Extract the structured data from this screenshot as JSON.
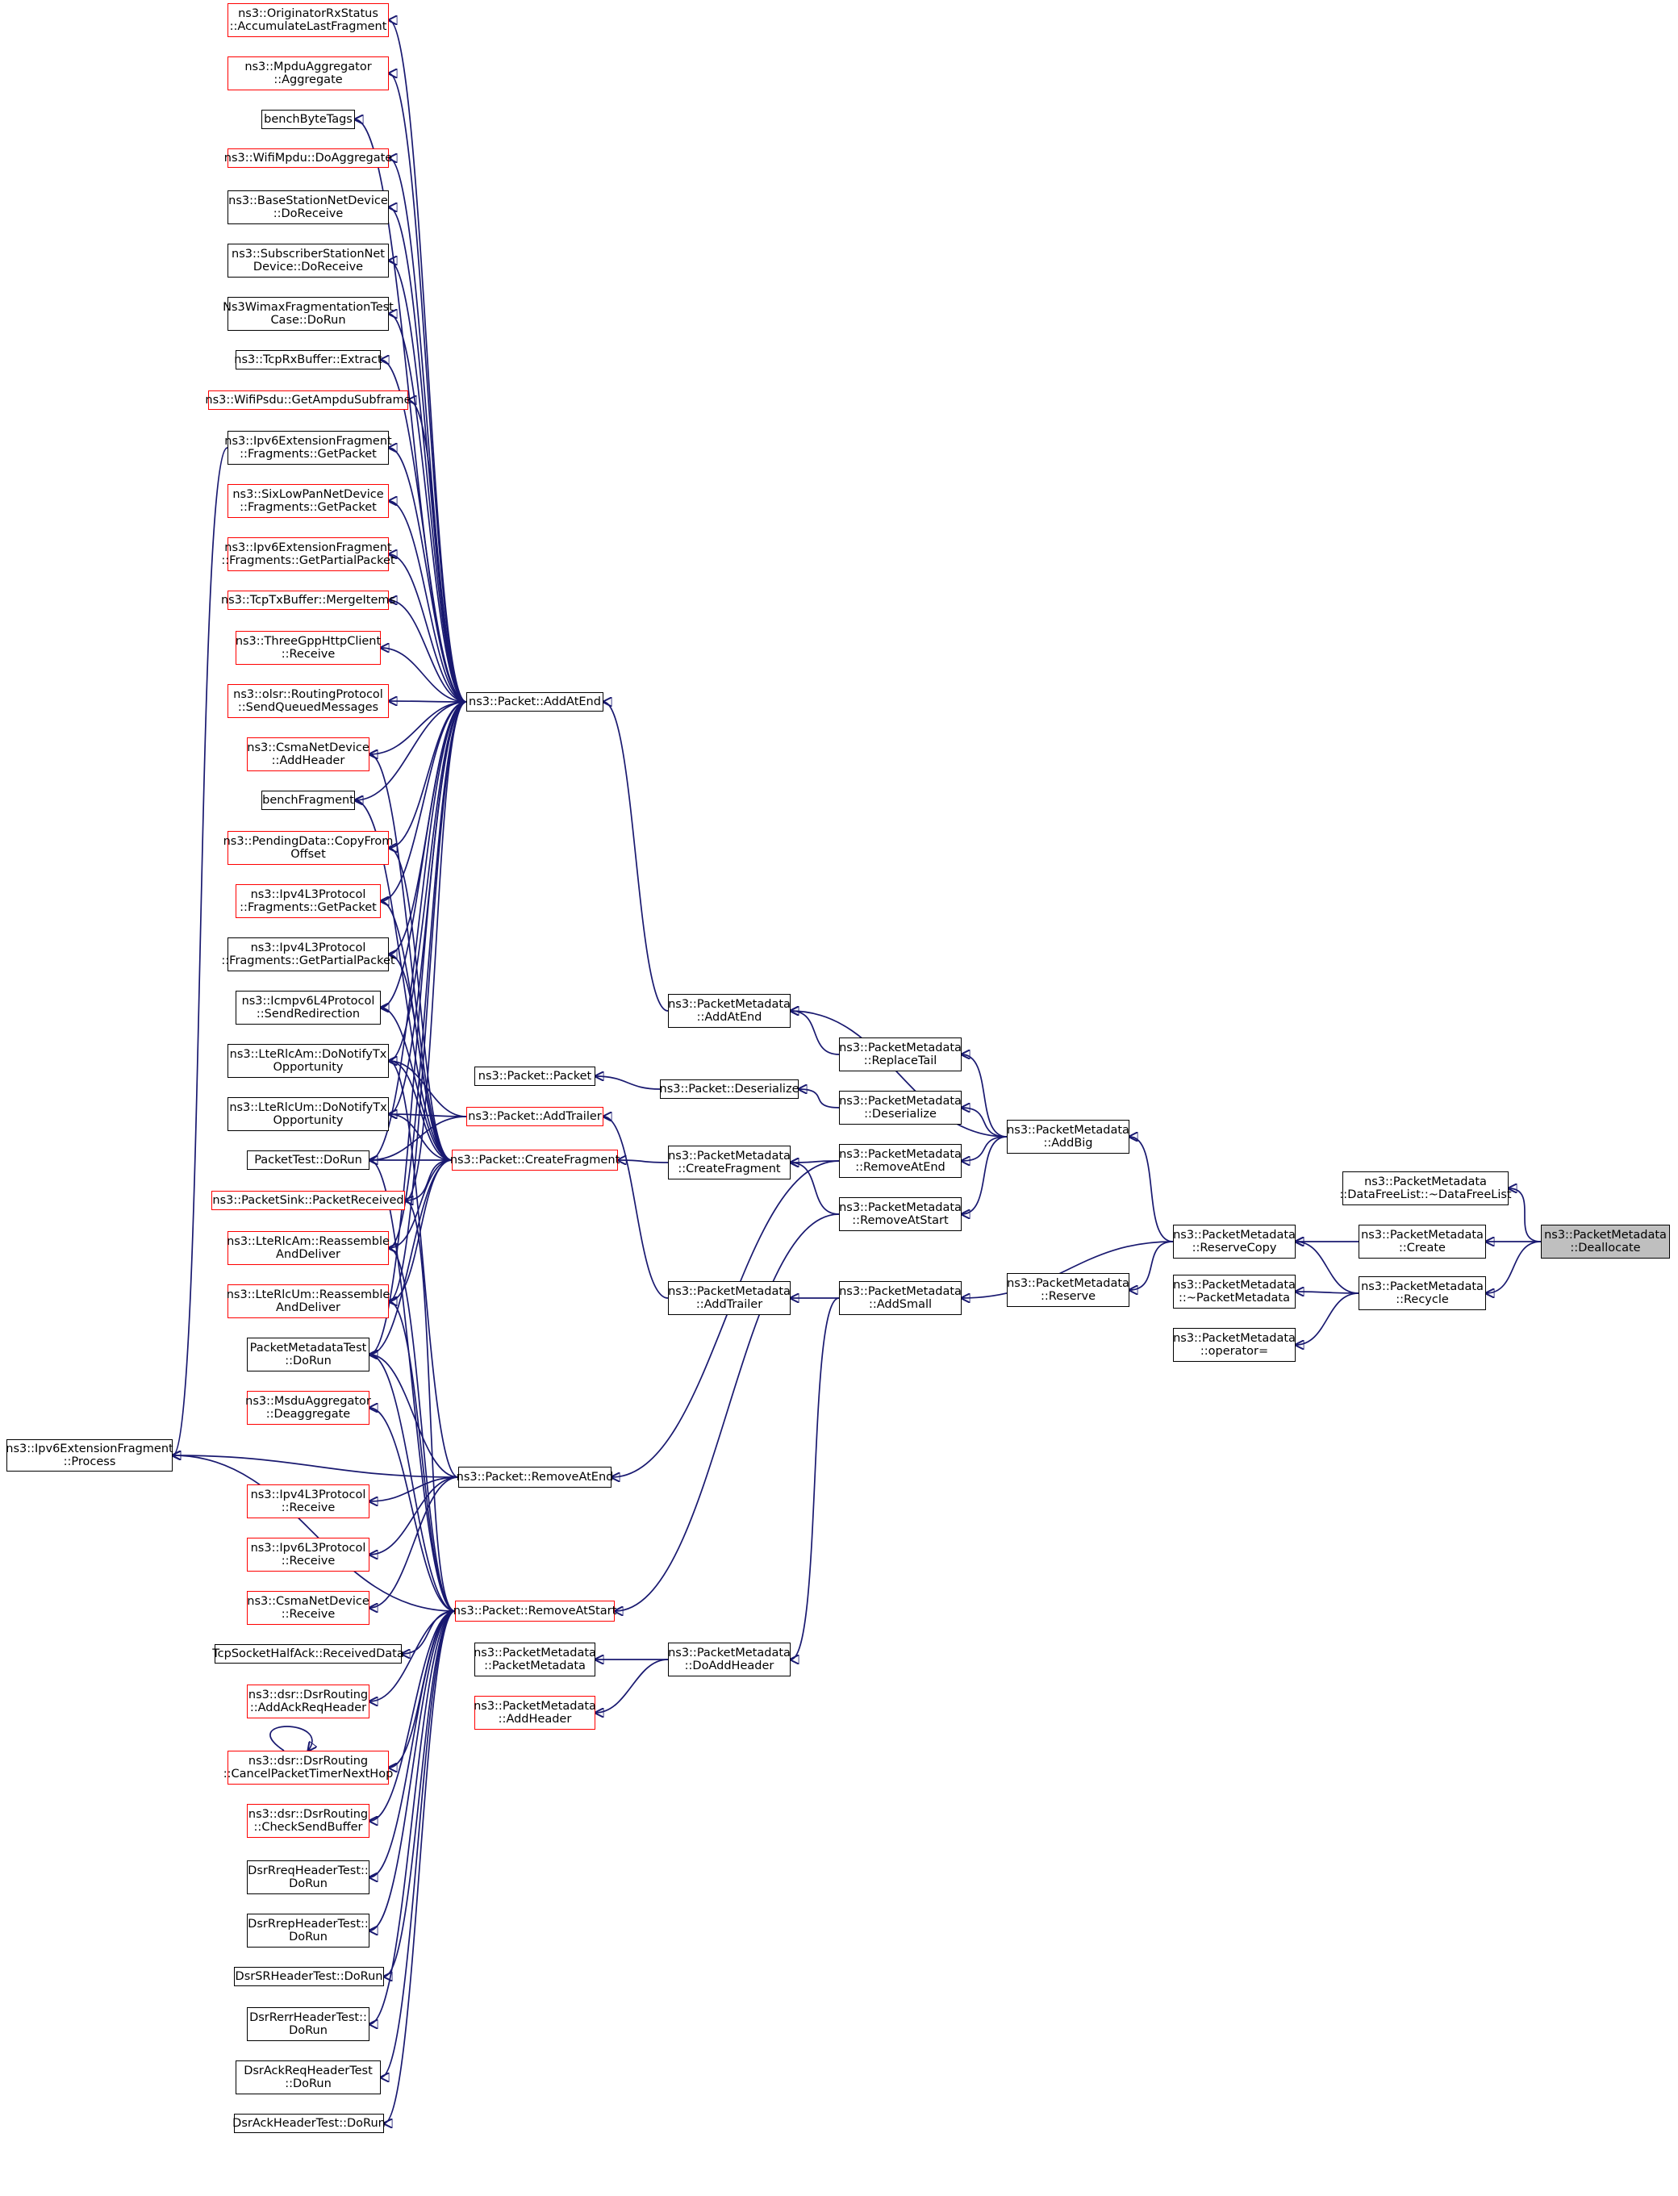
{
  "colors": {
    "edge": "#191970",
    "border": "#000000",
    "link_border": "#ff0000",
    "current_fill": "#bfbfbf"
  },
  "nodes": [
    {
      "id": "orig",
      "name": "node-originator-rx-status",
      "border": "red",
      "lines": [
        "ns3::OriginatorRxStatus",
        "::AccumulateLastFragment"
      ]
    },
    {
      "id": "mpdua",
      "name": "node-mpdu-aggregator-aggregate",
      "border": "red",
      "lines": [
        "ns3::MpduAggregator",
        "::Aggregate"
      ]
    },
    {
      "id": "bbt",
      "name": "node-bench-byte-tags",
      "border": "black",
      "lines": [
        "benchByteTags"
      ]
    },
    {
      "id": "wmpdu",
      "name": "node-wifi-mpdu-do-aggregate",
      "border": "red",
      "lines": [
        "ns3::WifiMpdu::DoAggregate"
      ]
    },
    {
      "id": "bsnd",
      "name": "node-base-station-net-device-do-receive",
      "border": "black",
      "lines": [
        "ns3::BaseStationNetDevice",
        "::DoReceive"
      ]
    },
    {
      "id": "ssnd",
      "name": "node-subscriber-station-net-device-do-receive",
      "border": "black",
      "lines": [
        "ns3::SubscriberStationNet",
        "Device::DoReceive"
      ]
    },
    {
      "id": "wimax",
      "name": "node-ns3-wimax-fragmentation-test",
      "border": "black",
      "lines": [
        "Ns3WimaxFragmentationTest",
        "Case::DoRun"
      ]
    },
    {
      "id": "tcprx",
      "name": "node-tcp-rx-buffer-extract",
      "border": "black",
      "lines": [
        "ns3::TcpRxBuffer::Extract"
      ]
    },
    {
      "id": "wpsdu",
      "name": "node-wifi-psdu-get-ampdu-subframe",
      "border": "red",
      "lines": [
        "ns3::WifiPsdu::GetAmpduSubframe"
      ]
    },
    {
      "id": "i6fgp",
      "name": "node-ipv6-extension-fragment-get-packet",
      "border": "black",
      "lines": [
        "ns3::Ipv6ExtensionFragment",
        "::Fragments::GetPacket"
      ]
    },
    {
      "id": "slgp",
      "name": "node-sixlowpan-fragments-get-packet",
      "border": "red",
      "lines": [
        "ns3::SixLowPanNetDevice",
        "::Fragments::GetPacket"
      ]
    },
    {
      "id": "i6fgpp",
      "name": "node-ipv6-extension-fragment-get-partial-packet",
      "border": "red",
      "lines": [
        "ns3::Ipv6ExtensionFragment",
        "::Fragments::GetPartialPacket"
      ]
    },
    {
      "id": "tcptx",
      "name": "node-tcp-tx-buffer-merge-items",
      "border": "red",
      "lines": [
        "ns3::TcpTxBuffer::MergeItems"
      ]
    },
    {
      "id": "tghttp",
      "name": "node-three-gpp-http-client-receive",
      "border": "red",
      "lines": [
        "ns3::ThreeGppHttpClient",
        "::Receive"
      ]
    },
    {
      "id": "olsr",
      "name": "node-olsr-send-queued-messages",
      "border": "red",
      "lines": [
        "ns3::olsr::RoutingProtocol",
        "::SendQueuedMessages"
      ]
    },
    {
      "id": "csmaah",
      "name": "node-csma-net-device-add-header",
      "border": "red",
      "lines": [
        "ns3::CsmaNetDevice",
        "::AddHeader"
      ]
    },
    {
      "id": "bfrag",
      "name": "node-bench-fragment",
      "border": "black",
      "lines": [
        "benchFragment"
      ]
    },
    {
      "id": "pdcf",
      "name": "node-pending-data-copy-from-offset",
      "border": "red",
      "lines": [
        "ns3::PendingData::CopyFrom",
        "Offset"
      ]
    },
    {
      "id": "i4gp",
      "name": "node-ipv4-l3-fragments-get-packet",
      "border": "red",
      "lines": [
        "ns3::Ipv4L3Protocol",
        "::Fragments::GetPacket"
      ]
    },
    {
      "id": "i4gpp",
      "name": "node-ipv4-l3-fragments-get-partial-packet",
      "border": "black",
      "lines": [
        "ns3::Ipv4L3Protocol",
        "::Fragments::GetPartialPacket"
      ]
    },
    {
      "id": "icmp",
      "name": "node-icmpv6-l4-send-redirection",
      "border": "black",
      "lines": [
        "ns3::Icmpv6L4Protocol",
        "::SendRedirection"
      ]
    },
    {
      "id": "lteam",
      "name": "node-lte-rlc-am-do-notify-tx-opportunity",
      "border": "black",
      "lines": [
        "ns3::LteRlcAm::DoNotifyTx",
        "Opportunity"
      ]
    },
    {
      "id": "lteum",
      "name": "node-lte-rlc-um-do-notify-tx-opportunity",
      "border": "black",
      "lines": [
        "ns3::LteRlcUm::DoNotifyTx",
        "Opportunity"
      ]
    },
    {
      "id": "ptest",
      "name": "node-packet-test-do-run",
      "border": "black",
      "lines": [
        "PacketTest::DoRun"
      ]
    },
    {
      "id": "psink",
      "name": "node-packet-sink-packet-received",
      "border": "red",
      "lines": [
        "ns3::PacketSink::PacketReceived"
      ]
    },
    {
      "id": "amrad",
      "name": "node-lte-rlc-am-reassemble-and-deliver",
      "border": "red",
      "lines": [
        "ns3::LteRlcAm::Reassemble",
        "AndDeliver"
      ]
    },
    {
      "id": "umrad",
      "name": "node-lte-rlc-um-reassemble-and-deliver",
      "border": "red",
      "lines": [
        "ns3::LteRlcUm::Reassemble",
        "AndDeliver"
      ]
    },
    {
      "id": "pmtest",
      "name": "node-packet-metadata-test-do-run",
      "border": "black",
      "lines": [
        "PacketMetadataTest",
        "::DoRun"
      ]
    },
    {
      "id": "msdu",
      "name": "node-msdu-aggregator-deaggregate",
      "border": "red",
      "lines": [
        "ns3::MsduAggregator",
        "::Deaggregate"
      ]
    },
    {
      "id": "i6proc",
      "name": "node-ipv6-extension-fragment-process",
      "border": "black",
      "lines": [
        "ns3::Ipv6ExtensionFragment",
        "::Process"
      ]
    },
    {
      "id": "i4rcv",
      "name": "node-ipv4-l3-protocol-receive",
      "border": "red",
      "lines": [
        "ns3::Ipv4L3Protocol",
        "::Receive"
      ]
    },
    {
      "id": "i6rcv",
      "name": "node-ipv6-l3-protocol-receive",
      "border": "red",
      "lines": [
        "ns3::Ipv6L3Protocol",
        "::Receive"
      ]
    },
    {
      "id": "csmarc",
      "name": "node-csma-net-device-receive",
      "border": "red",
      "lines": [
        "ns3::CsmaNetDevice",
        "::Receive"
      ]
    },
    {
      "id": "tcphalf",
      "name": "node-tcp-socket-half-ack-received-data",
      "border": "black",
      "lines": [
        "TcpSocketHalfAck::ReceivedData"
      ]
    },
    {
      "id": "dsrack",
      "name": "node-dsr-add-ack-req-header",
      "border": "red",
      "lines": [
        "ns3::dsr::DsrRouting",
        "::AddAckReqHeader"
      ]
    },
    {
      "id": "dsrcpt",
      "name": "node-dsr-cancel-packet-timer-next-hop",
      "border": "red",
      "lines": [
        "ns3::dsr::DsrRouting",
        "::CancelPacketTimerNextHop"
      ]
    },
    {
      "id": "dsrcsb",
      "name": "node-dsr-check-send-buffer",
      "border": "red",
      "lines": [
        "ns3::dsr::DsrRouting",
        "::CheckSendBuffer"
      ]
    },
    {
      "id": "rreq",
      "name": "node-dsr-rreq-header-test",
      "border": "black",
      "lines": [
        "DsrRreqHeaderTest::",
        "DoRun"
      ]
    },
    {
      "id": "rrep",
      "name": "node-dsr-rrep-header-test",
      "border": "black",
      "lines": [
        "DsrRrepHeaderTest::",
        "DoRun"
      ]
    },
    {
      "id": "srh",
      "name": "node-dsr-sr-header-test",
      "border": "black",
      "lines": [
        "DsrSRHeaderTest::DoRun"
      ]
    },
    {
      "id": "rerr",
      "name": "node-dsr-rerr-header-test",
      "border": "black",
      "lines": [
        "DsrRerrHeaderTest::",
        "DoRun"
      ]
    },
    {
      "id": "ackreq",
      "name": "node-dsr-ack-req-header-test",
      "border": "black",
      "lines": [
        "DsrAckReqHeaderTest",
        "::DoRun"
      ]
    },
    {
      "id": "ackh",
      "name": "node-dsr-ack-header-test",
      "border": "black",
      "lines": [
        "DsrAckHeaderTest::DoRun"
      ]
    },
    {
      "id": "paae",
      "name": "node-packet-add-at-end",
      "border": "black",
      "lines": [
        "ns3::Packet::AddAtEnd"
      ]
    },
    {
      "id": "ppk",
      "name": "node-packet-packet",
      "border": "black",
      "lines": [
        "ns3::Packet::Packet"
      ]
    },
    {
      "id": "pat",
      "name": "node-packet-add-trailer",
      "border": "red",
      "lines": [
        "ns3::Packet::AddTrailer"
      ]
    },
    {
      "id": "pcf",
      "name": "node-packet-create-fragment",
      "border": "red",
      "lines": [
        "ns3::Packet::CreateFragment"
      ]
    },
    {
      "id": "prae",
      "name": "node-packet-remove-at-end",
      "border": "black",
      "lines": [
        "ns3::Packet::RemoveAtEnd"
      ]
    },
    {
      "id": "pras",
      "name": "node-packet-remove-at-start",
      "border": "red",
      "lines": [
        "ns3::Packet::RemoveAtStart"
      ]
    },
    {
      "id": "pmpm",
      "name": "node-packet-metadata-packet-metadata",
      "border": "black",
      "lines": [
        "ns3::PacketMetadata",
        "::PacketMetadata"
      ]
    },
    {
      "id": "pmah",
      "name": "node-packet-metadata-add-header",
      "border": "red",
      "lines": [
        "ns3::PacketMetadata",
        "::AddHeader"
      ]
    },
    {
      "id": "pmaae",
      "name": "node-packet-metadata-add-at-end",
      "border": "black",
      "lines": [
        "ns3::PacketMetadata",
        "::AddAtEnd"
      ]
    },
    {
      "id": "pdes",
      "name": "node-packet-deserialize",
      "border": "black",
      "lines": [
        "ns3::Packet::Deserialize"
      ]
    },
    {
      "id": "pmcf",
      "name": "node-packet-metadata-create-fragment",
      "border": "black",
      "lines": [
        "ns3::PacketMetadata",
        "::CreateFragment"
      ]
    },
    {
      "id": "pmat",
      "name": "node-packet-metadata-add-trailer",
      "border": "black",
      "lines": [
        "ns3::PacketMetadata",
        "::AddTrailer"
      ]
    },
    {
      "id": "pmdah",
      "name": "node-packet-metadata-do-add-header",
      "border": "black",
      "lines": [
        "ns3::PacketMetadata",
        "::DoAddHeader"
      ]
    },
    {
      "id": "pmrt",
      "name": "node-packet-metadata-replace-tail",
      "border": "black",
      "lines": [
        "ns3::PacketMetadata",
        "::ReplaceTail"
      ]
    },
    {
      "id": "pmdes",
      "name": "node-packet-metadata-deserialize",
      "border": "black",
      "lines": [
        "ns3::PacketMetadata",
        "::Deserialize"
      ]
    },
    {
      "id": "pmrae",
      "name": "node-packet-metadata-remove-at-end",
      "border": "black",
      "lines": [
        "ns3::PacketMetadata",
        "::RemoveAtEnd"
      ]
    },
    {
      "id": "pmras",
      "name": "node-packet-metadata-remove-at-start",
      "border": "black",
      "lines": [
        "ns3::PacketMetadata",
        "::RemoveAtStart"
      ]
    },
    {
      "id": "pmas",
      "name": "node-packet-metadata-add-small",
      "border": "black",
      "lines": [
        "ns3::PacketMetadata",
        "::AddSmall"
      ]
    },
    {
      "id": "pmab",
      "name": "node-packet-metadata-add-big",
      "border": "black",
      "lines": [
        "ns3::PacketMetadata",
        "::AddBig"
      ]
    },
    {
      "id": "pmres",
      "name": "node-packet-metadata-reserve",
      "border": "black",
      "lines": [
        "ns3::PacketMetadata",
        "::Reserve"
      ]
    },
    {
      "id": "pmrc",
      "name": "node-packet-metadata-reserve-copy",
      "border": "black",
      "lines": [
        "ns3::PacketMetadata",
        "::ReserveCopy"
      ]
    },
    {
      "id": "pmdtor",
      "name": "node-packet-metadata-destructor",
      "border": "black",
      "lines": [
        "ns3::PacketMetadata",
        "::~PacketMetadata"
      ]
    },
    {
      "id": "pmop",
      "name": "node-packet-metadata-operator-assign",
      "border": "black",
      "lines": [
        "ns3::PacketMetadata",
        "::operator="
      ]
    },
    {
      "id": "dfl",
      "name": "node-data-free-list-destructor",
      "border": "black",
      "lines": [
        "ns3::PacketMetadata",
        "::DataFreeList::~DataFreeList"
      ]
    },
    {
      "id": "pmcr",
      "name": "node-packet-metadata-create",
      "border": "black",
      "lines": [
        "ns3::PacketMetadata",
        "::Create"
      ]
    },
    {
      "id": "pmrec",
      "name": "node-packet-metadata-recycle",
      "border": "black",
      "lines": [
        "ns3::PacketMetadata",
        "::Recycle"
      ]
    },
    {
      "id": "pmdeal",
      "name": "node-packet-metadata-deallocate",
      "border": "current",
      "lines": [
        "ns3::PacketMetadata",
        "::Deallocate"
      ]
    }
  ],
  "edges": [
    [
      "paae",
      "orig"
    ],
    [
      "paae",
      "mpdua"
    ],
    [
      "paae",
      "bbt"
    ],
    [
      "paae",
      "wmpdu"
    ],
    [
      "paae",
      "bsnd"
    ],
    [
      "paae",
      "ssnd"
    ],
    [
      "paae",
      "wimax"
    ],
    [
      "paae",
      "tcprx"
    ],
    [
      "paae",
      "wpsdu"
    ],
    [
      "paae",
      "i6fgp"
    ],
    [
      "paae",
      "slgp"
    ],
    [
      "paae",
      "i6fgpp"
    ],
    [
      "paae",
      "tcptx"
    ],
    [
      "paae",
      "tghttp"
    ],
    [
      "paae",
      "olsr"
    ],
    [
      "paae",
      "csmaah"
    ],
    [
      "paae",
      "bfrag"
    ],
    [
      "paae",
      "pdcf"
    ],
    [
      "paae",
      "i4gp"
    ],
    [
      "paae",
      "i4gpp"
    ],
    [
      "paae",
      "icmp"
    ],
    [
      "paae",
      "lteam"
    ],
    [
      "paae",
      "lteum"
    ],
    [
      "paae",
      "ptest"
    ],
    [
      "paae",
      "psink"
    ],
    [
      "paae",
      "amrad"
    ],
    [
      "paae",
      "umrad"
    ],
    [
      "paae",
      "pmtest"
    ],
    [
      "i6fgp",
      "i6proc"
    ],
    [
      "pat",
      "lteam"
    ],
    [
      "pat",
      "lteum"
    ],
    [
      "pat",
      "ptest"
    ],
    [
      "pcf",
      "csmaah"
    ],
    [
      "pcf",
      "bfrag"
    ],
    [
      "pcf",
      "pdcf"
    ],
    [
      "pcf",
      "i4gp"
    ],
    [
      "pcf",
      "i4gpp"
    ],
    [
      "pcf",
      "icmp"
    ],
    [
      "pcf",
      "lteam"
    ],
    [
      "pcf",
      "lteum"
    ],
    [
      "pcf",
      "ptest"
    ],
    [
      "pcf",
      "psink"
    ],
    [
      "pcf",
      "amrad"
    ],
    [
      "pcf",
      "umrad"
    ],
    [
      "pcf",
      "pmtest"
    ],
    [
      "prae",
      "lteam"
    ],
    [
      "prae",
      "pmtest"
    ],
    [
      "prae",
      "i6proc"
    ],
    [
      "prae",
      "i4rcv"
    ],
    [
      "prae",
      "i6rcv"
    ],
    [
      "prae",
      "csmarc"
    ],
    [
      "pras",
      "ptest"
    ],
    [
      "pras",
      "psink"
    ],
    [
      "pras",
      "amrad"
    ],
    [
      "pras",
      "umrad"
    ],
    [
      "pras",
      "pmtest"
    ],
    [
      "pras",
      "msdu"
    ],
    [
      "pras",
      "i6proc"
    ],
    [
      "pras",
      "tcphalf"
    ],
    [
      "pras",
      "dsrack"
    ],
    [
      "pras",
      "dsrcpt"
    ],
    [
      "pras",
      "dsrcsb"
    ],
    [
      "pras",
      "rreq"
    ],
    [
      "pras",
      "rrep"
    ],
    [
      "pras",
      "srh"
    ],
    [
      "pras",
      "rerr"
    ],
    [
      "pras",
      "ackreq"
    ],
    [
      "pras",
      "ackh"
    ],
    [
      "dsrcpt",
      "dsrcpt"
    ],
    [
      "pmaae",
      "paae"
    ],
    [
      "pdes",
      "ppk"
    ],
    [
      "pmcf",
      "pcf"
    ],
    [
      "pmat",
      "pat"
    ],
    [
      "pmdah",
      "pmpm"
    ],
    [
      "pmdah",
      "pmah"
    ],
    [
      "pmrt",
      "pmaae"
    ],
    [
      "pmdes",
      "pdes"
    ],
    [
      "pmrae",
      "prae"
    ],
    [
      "pmrae",
      "pmcf"
    ],
    [
      "pmras",
      "pras"
    ],
    [
      "pmras",
      "pmcf"
    ],
    [
      "pmas",
      "pmat"
    ],
    [
      "pmas",
      "pmdah"
    ],
    [
      "pmab",
      "pmaae"
    ],
    [
      "pmab",
      "pmrt"
    ],
    [
      "pmab",
      "pmdes"
    ],
    [
      "pmab",
      "pmrae"
    ],
    [
      "pmab",
      "pmras"
    ],
    [
      "pmrc",
      "pmab"
    ],
    [
      "pmrc",
      "pmas"
    ],
    [
      "pmrc",
      "pmres"
    ],
    [
      "pmcr",
      "pmrc"
    ],
    [
      "pmrec",
      "pmrc"
    ],
    [
      "pmrec",
      "pmdtor"
    ],
    [
      "pmrec",
      "pmop"
    ],
    [
      "pmdeal",
      "dfl"
    ],
    [
      "pmdeal",
      "pmcr"
    ],
    [
      "pmdeal",
      "pmrec"
    ]
  ]
}
